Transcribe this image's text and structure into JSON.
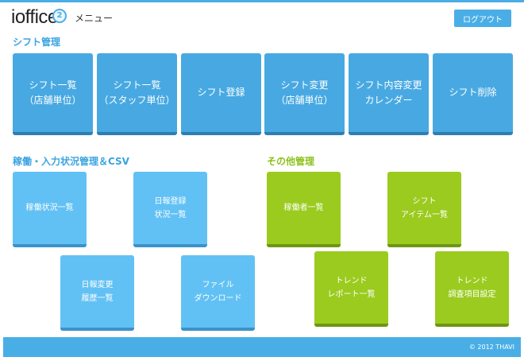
{
  "header": {
    "logo_text": "ioffice",
    "logo_badge": "2",
    "page_title": "メニュー",
    "logout_label": "ログアウト"
  },
  "shift_section": {
    "title": "シフト管理",
    "tiles": [
      {
        "line1": "シフト一覧",
        "line2": "（店舗単位）"
      },
      {
        "line1": "シフト一覧",
        "line2": "（スタッフ単位）"
      },
      {
        "line1": "シフト登録",
        "line2": ""
      },
      {
        "line1": "シフト変更",
        "line2": "（店舗単位）"
      },
      {
        "line1": "シフト内容変更",
        "line2": "カレンダー"
      },
      {
        "line1": "シフト削除",
        "line2": ""
      }
    ]
  },
  "work_section": {
    "title": "稼働・入力状況管理＆CSV",
    "tiles": [
      {
        "line1": "稼働状況一覧",
        "line2": ""
      },
      {
        "line1": "日報登録",
        "line2": "状況一覧"
      },
      {
        "line1": "日報変更",
        "line2": "履歴一覧"
      },
      {
        "line1": "ファイル",
        "line2": "ダウンロード"
      }
    ]
  },
  "other_section": {
    "title": "その他管理",
    "tiles": [
      {
        "line1": "稼働者一覧",
        "line2": ""
      },
      {
        "line1": "シフト",
        "line2": "アイテム一覧"
      },
      {
        "line1": "トレンド",
        "line2": "レポート一覧"
      },
      {
        "line1": "トレンド",
        "line2": "調査項目設定"
      }
    ]
  },
  "footer": {
    "copyright": "© 2012 THAVI"
  },
  "colors": {
    "accent": "#4aaee6",
    "shift_tile": "#48a9e2",
    "light_tile": "#62c1f4",
    "green_tile": "#9bcb1f",
    "green_title": "#8bc11a"
  }
}
